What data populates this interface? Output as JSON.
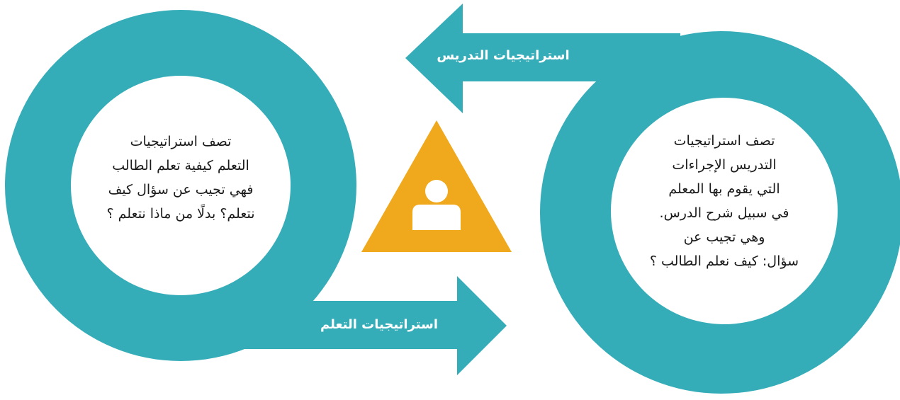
{
  "colors": {
    "ring": "#35adb8",
    "triangle": "#f0a81c",
    "person": "#ffffff",
    "arrow_label_text": "#ffffff",
    "body_text": "#1a1a1a"
  },
  "left_circle": {
    "lines": [
      "تصف استراتيجيات",
      "التعلم كيفية تعلم الطالب",
      "فهي تجيب عن سؤال كيف",
      "نتعلم؟ بدلًا من ماذا نتعلم ؟"
    ]
  },
  "right_circle": {
    "lines": [
      "تصف استراتيجيات",
      "التدريس الإجراءات",
      "التي يقوم بها المعلم",
      "في سبيل شرح الدرس.",
      "وهي تجيب عن",
      "سؤال: كيف نعلم الطالب ؟"
    ]
  },
  "top_arrow": {
    "label": "استراتيجيات التدريس",
    "direction": "left"
  },
  "bottom_arrow": {
    "label": "استراتيجيات التعلم",
    "direction": "right"
  },
  "center_icon": "person-in-triangle-icon"
}
